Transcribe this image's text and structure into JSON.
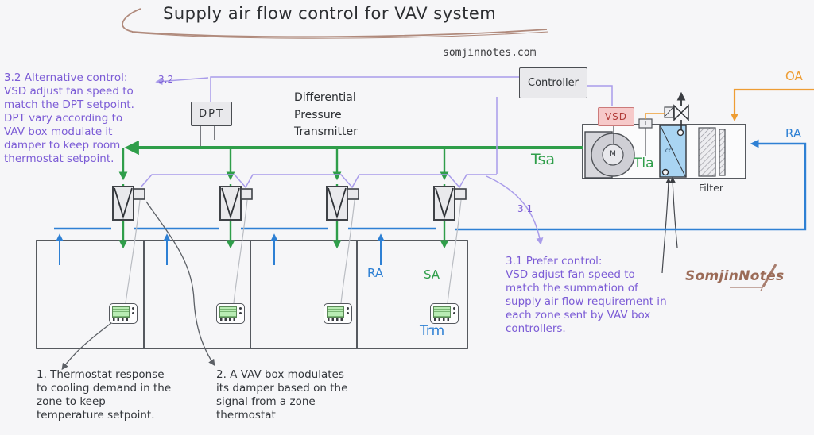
{
  "title": "Supply air flow control for VAV system",
  "site": "somjinnotes.com",
  "logo": "SomjinNotes",
  "notes": {
    "alt_label": "3.2",
    "alt": "3.2 Alternative control:\nVSD adjust fan speed to\nmatch the DPT setpoint.\nDPT vary according to\nVAV box modulate it\ndamper to keep room\nthermostat setpoint.",
    "prefer_label": "3.1",
    "prefer": "3.1 Prefer control:\nVSD adjust fan speed to\nmatch the summation of\nsupply air flow requirement in\neach zone sent by VAV box\ncontrollers.",
    "note1": "1. Thermostat response\nto cooling demand in the\nzone to keep\ntemperature setpoint.",
    "note2": "2. A VAV box modulates\nits damper based on the\nsignal from a zone\nthermostat"
  },
  "equipment": {
    "dpt": "DPT",
    "dpt_full": "Differential\nPressure\nTransmitter",
    "controller": "Controller",
    "vsd": "VSD",
    "motor": "M",
    "coil": "cc",
    "t_sensor": "T",
    "filter": "Filter"
  },
  "labels": {
    "tsa": "Tsa",
    "tla": "Tla",
    "oa": "OA",
    "ra_top": "RA",
    "ra_zone": "RA",
    "sa_zone": "SA",
    "trm": "Trm"
  },
  "colors": {
    "supply_green": "#2f9e4a",
    "return_blue": "#2e80d4",
    "control_purple_text": "#7c5cd6",
    "control_purple_wire": "#a99cea",
    "outside_air_orange": "#ee9d34",
    "vsd_pink": "#f6c9c9",
    "brand_brown": "#a87e6f",
    "ink": "#33363b"
  }
}
